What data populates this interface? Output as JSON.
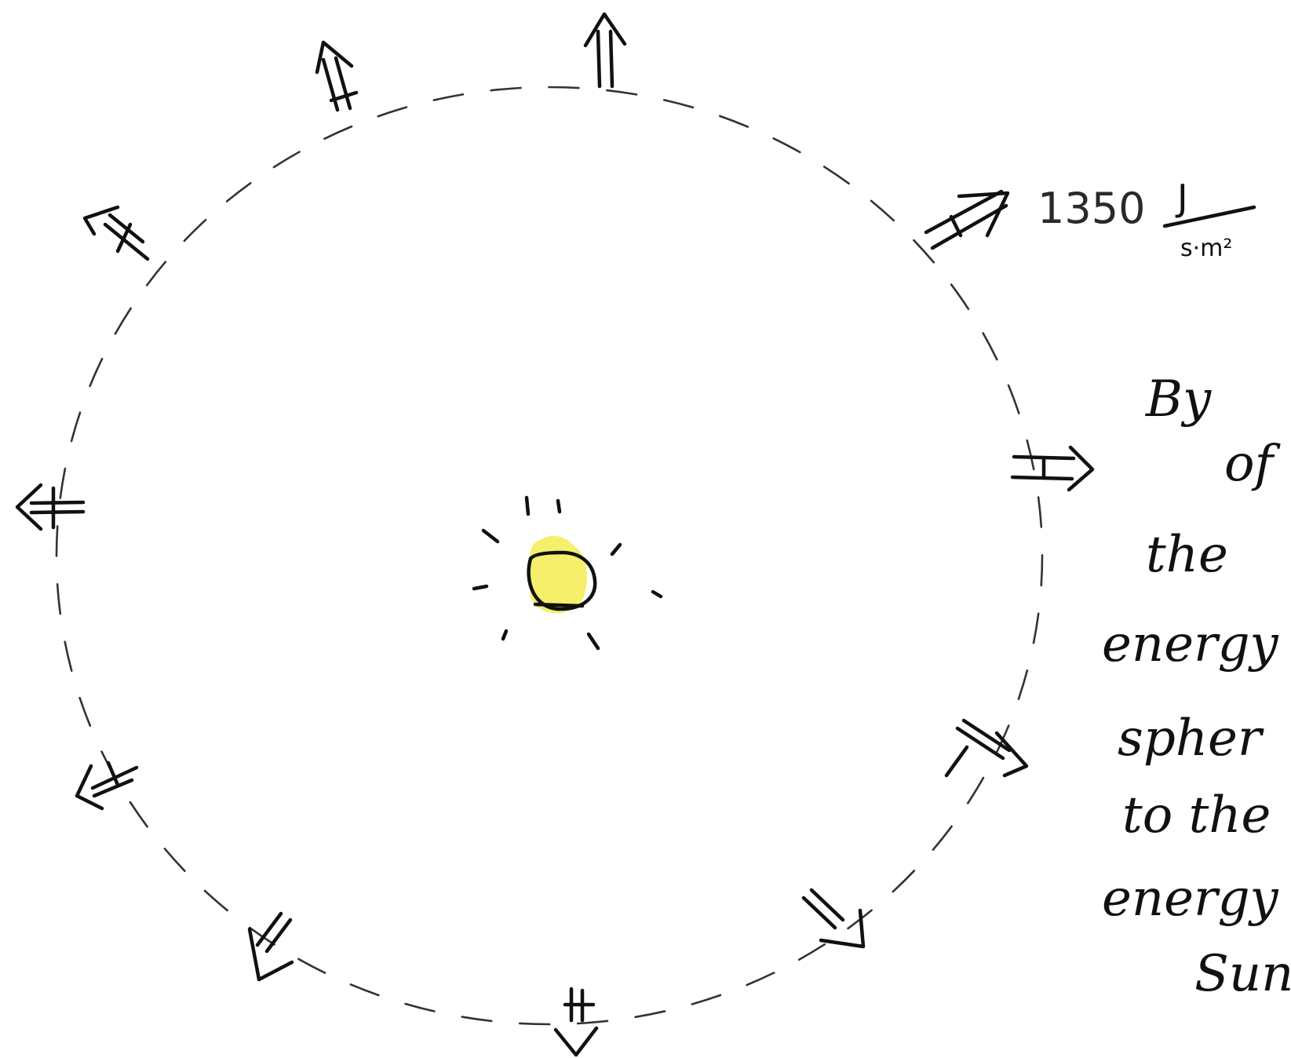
{
  "flux": {
    "value": "1350",
    "unit_numerator": "J",
    "unit_denominator": "s·m²"
  },
  "note_lines": [
    "By",
    "of",
    "the",
    "energy",
    "spher",
    "to the",
    "energy",
    "Sun"
  ],
  "colors": {
    "sun_fill": "#f5ef6b",
    "ink": "#111111",
    "dash": "#333333"
  },
  "icons": {
    "sun": "sun-icon",
    "rays": "ray-tick-icon",
    "arrows": "outward-double-arrow-icon"
  }
}
